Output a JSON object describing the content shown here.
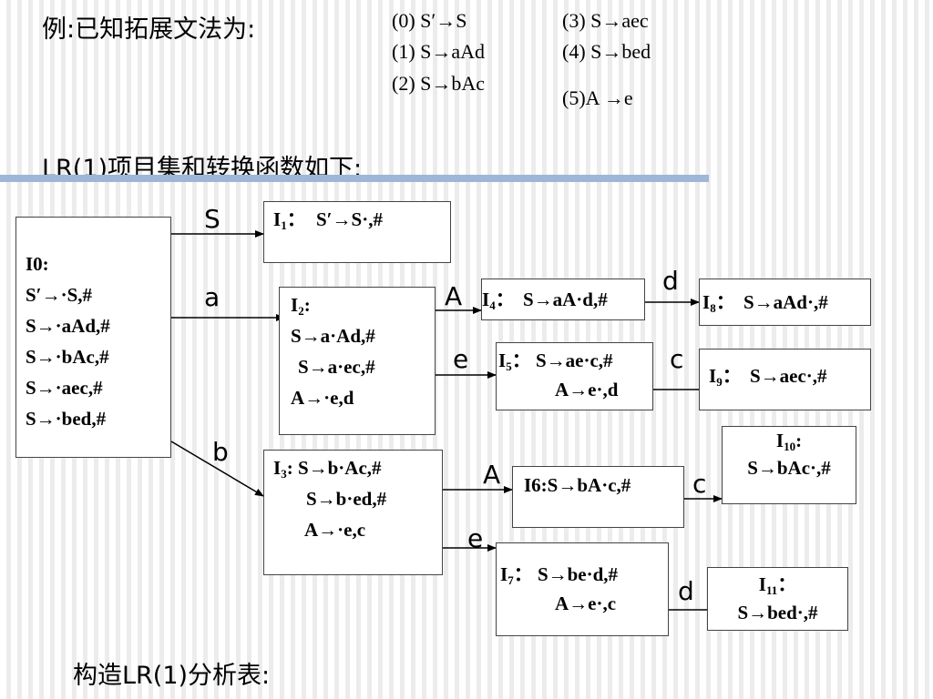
{
  "header": {
    "example_title": "例:已知拓展文法为:",
    "rules": [
      "(0) S′→S",
      "(1) S→aAd",
      "(2) S→bAc",
      "(3) S→aec",
      "(4) S→bed",
      "(5)A →e"
    ]
  },
  "subtitle": "LR(1)项目集和转换函数如下:",
  "footer": "构造LR(1)分析表:",
  "states": {
    "I0": {
      "name": "I0:",
      "items": [
        "S′→·S,#",
        "S→·aAd,#",
        "S→·bAc,#",
        "S→·aec,#",
        "S→·bed,#"
      ]
    },
    "I1": {
      "name": "I",
      "sub": "1",
      "suffix": "：",
      "items": [
        "S′→S·,#"
      ]
    },
    "I2": {
      "name": "I",
      "sub": "2",
      "suffix": ":",
      "items": [
        "S→a·Ad,#",
        "S→a·ec,#",
        "A→·e,d"
      ]
    },
    "I3": {
      "name": "I",
      "sub": "3",
      "suffix": ":",
      "items": [
        "S→b·Ac,#",
        "S→b·ed,#",
        "A→·e,c"
      ]
    },
    "I4": {
      "name": "I",
      "sub": "4",
      "suffix": "：",
      "items": [
        "S→aA·d,#"
      ]
    },
    "I5": {
      "name": "I",
      "sub": "5",
      "suffix": "：",
      "items": [
        "S→ae·c,#",
        "A→e·,d"
      ]
    },
    "I6": {
      "name": "I6:",
      "items": [
        "S→bA·c,#"
      ]
    },
    "I7": {
      "name": "I",
      "sub": "7",
      "suffix": "：",
      "items": [
        "S→be·d,#",
        "A→e·,c"
      ]
    },
    "I8": {
      "name": "I",
      "sub": "8",
      "suffix": "：",
      "items": [
        "S→aAd·,#"
      ]
    },
    "I9": {
      "name": "I",
      "sub": "9",
      "suffix": "：",
      "items": [
        "S→aec·,#"
      ]
    },
    "I10": {
      "name": "I",
      "sub": "10",
      "suffix": ":",
      "items": [
        "S→bAc·,#"
      ]
    },
    "I11": {
      "name": "I",
      "sub": "11",
      "suffix": "：",
      "items": [
        "S→bed·,#"
      ]
    }
  },
  "transitions": [
    {
      "from": "I0",
      "to": "I1",
      "symbol": "S"
    },
    {
      "from": "I0",
      "to": "I2",
      "symbol": "a"
    },
    {
      "from": "I0",
      "to": "I3",
      "symbol": "b"
    },
    {
      "from": "I2",
      "to": "I4",
      "symbol": "A"
    },
    {
      "from": "I2",
      "to": "I5",
      "symbol": "e"
    },
    {
      "from": "I4",
      "to": "I8",
      "symbol": "d"
    },
    {
      "from": "I5",
      "to": "I9",
      "symbol": "c"
    },
    {
      "from": "I3",
      "to": "I6",
      "symbol": "A"
    },
    {
      "from": "I3",
      "to": "I7",
      "symbol": "e"
    },
    {
      "from": "I6",
      "to": "I10",
      "symbol": "c"
    },
    {
      "from": "I7",
      "to": "I11",
      "symbol": "d"
    }
  ],
  "colors": {
    "divider": "#9fb6d6",
    "edge": "#000000"
  }
}
